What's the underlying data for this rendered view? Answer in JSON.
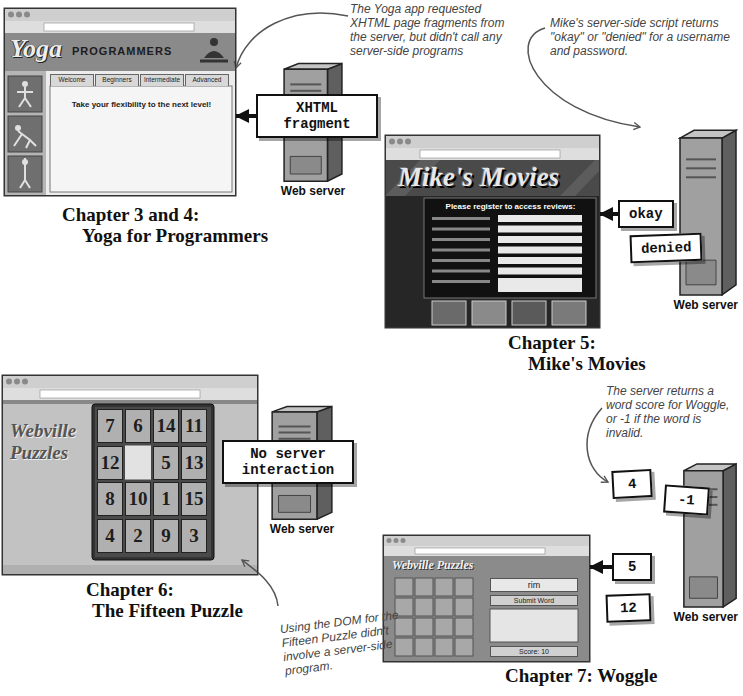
{
  "diagram": {
    "nodes": [
      {
        "text": [
          "Yoga",
          "PROGRAMMERS",
          "Welcome",
          "Beginners",
          "Intermediate",
          "Advanced",
          "Take your flexibility to the next level!"
        ]
      },
      {
        "text": [
          "Web server"
        ]
      },
      {
        "text": [
          "XHTML fragment"
        ]
      },
      {
        "text": [
          "Mike's Movies",
          "Please register to access reviews:"
        ]
      },
      {
        "text": [
          "Web server"
        ]
      },
      {
        "text": [
          "okay"
        ]
      },
      {
        "text": [
          "denied"
        ]
      },
      {
        "text": [
          "Webville Puzzles"
        ]
      },
      {
        "text": [
          "7"
        ],
        "in": 7
      },
      {
        "text": [
          "6"
        ],
        "in": 7
      },
      {
        "text": [
          "14"
        ],
        "in": 7
      },
      {
        "text": [
          "11"
        ],
        "in": 7
      },
      {
        "text": [
          "12"
        ],
        "in": 7
      },
      {
        "text": [
          "5"
        ],
        "in": 7
      },
      {
        "text": [
          "13"
        ],
        "in": 7
      },
      {
        "text": [
          "8"
        ],
        "in": 7
      },
      {
        "text": [
          "10"
        ],
        "in": 7
      },
      {
        "text": [
          "1"
        ],
        "in": 7
      },
      {
        "text": [
          "15"
        ],
        "in": 7
      },
      {
        "text": [
          "4"
        ],
        "in": 7
      },
      {
        "text": [
          "2"
        ],
        "in": 7
      },
      {
        "text": [
          "9"
        ],
        "in": 7
      },
      {
        "text": [
          "3"
        ],
        "in": 7
      },
      {
        "text": [
          "No server interaction"
        ]
      },
      {
        "text": [
          "Web server"
        ]
      },
      {
        "text": [
          "Webville Puzzles",
          "rim",
          "Submit Word",
          "Score: 10"
        ]
      },
      {
        "text": [
          "4"
        ]
      },
      {
        "text": [
          "-1"
        ]
      },
      {
        "text": [
          "5"
        ]
      },
      {
        "text": [
          "12"
        ]
      },
      {
        "text": [
          "Web server"
        ]
      }
    ],
    "edges": [
      {
        "from": 2,
        "to": 0,
        "arrow": "to"
      },
      {
        "from": 5,
        "to": 3,
        "arrow": "to"
      },
      {
        "from": 28,
        "to": 25,
        "arrow": "to"
      }
    ],
    "labels": [
      "The Yoga app requested XHTML page fragments from the server, but didn't call any server-side programs",
      "Chapter 3 and 4:",
      "Yoga for Programmers",
      "Mike's server-side script returns \"okay\" or \"denied\" for a username and password.",
      "Chapter 5:",
      "Mike's Movies",
      "Chapter 6:",
      "The Fifteen Puzzle",
      "Using the DOM for the Fifteen Puzzle didn't involve a server-side program.",
      "The server returns a word score for Woggle, or -1 if the word is invalid.",
      "Chapter 7: Woggle"
    ]
  }
}
